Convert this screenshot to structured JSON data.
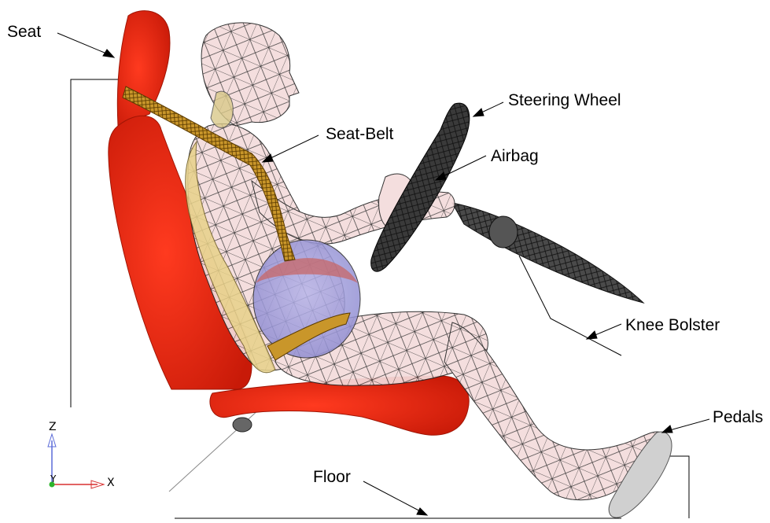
{
  "labels": {
    "seat": "Seat",
    "steering_wheel": "Steering Wheel",
    "seat_belt": "Seat-Belt",
    "airbag": "Airbag",
    "knee_bolster": "Knee Bolster",
    "pedals": "Pedals",
    "floor": "Floor"
  },
  "triad": {
    "z": "Z",
    "y": "Y",
    "x": "X"
  },
  "colors": {
    "seat": "#e8230f",
    "seat_shadow": "#b81a0a",
    "body": "#f4dcdc",
    "mesh": "#222222",
    "steering": "#3a3a3a",
    "airbag": "#a9a6dd",
    "belt": "#c9962a",
    "skeleton": "#e8d28a",
    "pedal": "#cccccc"
  }
}
